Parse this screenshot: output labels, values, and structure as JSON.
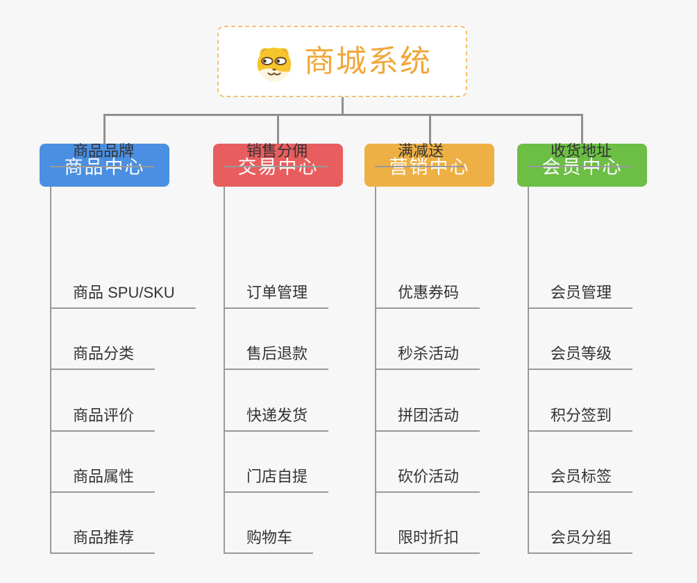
{
  "canvas": {
    "background_color": "#f7f7f7",
    "connector_color": "#8f8f8f",
    "underline_color": "#999999"
  },
  "root": {
    "label": "商城系统",
    "icon": "doge-face-icon",
    "text_color": "#f0a73b",
    "border_color": "#f3c273",
    "fill_color": "#ffffff"
  },
  "branches": [
    {
      "label": "商品中心",
      "color": "#4a8fe2",
      "items": [
        "商品 SPU/SKU",
        "商品分类",
        "商品评价",
        "商品属性",
        "商品推荐",
        "商品品牌"
      ]
    },
    {
      "label": "交易中心",
      "color": "#e85e5e",
      "items": [
        "订单管理",
        "售后退款",
        "快递发货",
        "门店自提",
        "购物车",
        "销售分佣"
      ]
    },
    {
      "label": "营销中心",
      "color": "#eeb044",
      "items": [
        "优惠券码",
        "秒杀活动",
        "拼团活动",
        "砍价活动",
        "限时折扣",
        "满减送"
      ]
    },
    {
      "label": "会员中心",
      "color": "#6cbe45",
      "items": [
        "会员管理",
        "会员等级",
        "积分签到",
        "会员标签",
        "会员分组",
        "收货地址"
      ]
    }
  ]
}
